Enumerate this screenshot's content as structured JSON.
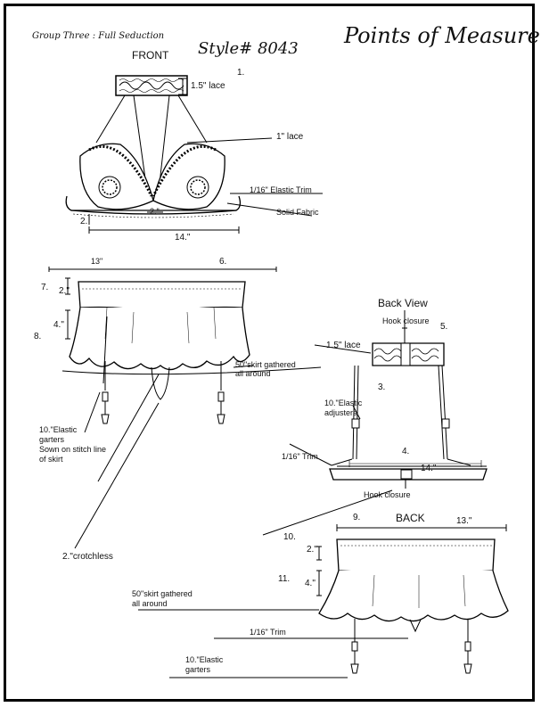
{
  "header": {
    "group": "Group Three : Full Seduction",
    "style": "Style# 8043",
    "title": "Points of Measure",
    "front": "FRONT"
  },
  "bra": {
    "n1": "1.",
    "lace15": "1.5\" lace",
    "lace1": "1\" lace",
    "elastic": "1/16\" Elastic Trim",
    "dim2": "2.\"",
    "solid": "Solid Fabric",
    "n2": "2.",
    "dim14": "14.\""
  },
  "skirt_front": {
    "d13": "13\"",
    "n6": "6.",
    "n7": "7.",
    "d2": "2.\"",
    "d4": "4.\"",
    "n8": "8.",
    "gathered": "50\"skirt gathered",
    "around": "all around",
    "garters1": "10.\"Elastic",
    "garters2": "garters",
    "garters3": "Sown on stitch line",
    "garters4": "of skirt",
    "crotchless": "2.\"crotchless"
  },
  "back_view": {
    "title": "Back View",
    "hook": "Hook closure",
    "n5": "5.",
    "lace": "1.5\" lace",
    "n3": "3.",
    "adj1": "10.\"Elastic",
    "adj2": "adjusters",
    "n4": "4.",
    "trim": "1/16\" Trim",
    "d14": "14.\"",
    "hook2": "Hook closure"
  },
  "back_skirt": {
    "n9": "9.",
    "title": "BACK",
    "d13": "13.\"",
    "n10": "10.",
    "d2": "2.\"",
    "n11": "11.",
    "d4": "4.\"",
    "gathered": "50\"skirt gathered",
    "around": "all around",
    "trim": "1/16\" Trim",
    "garters1": "10.\"Elastic",
    "garters2": "garters"
  }
}
